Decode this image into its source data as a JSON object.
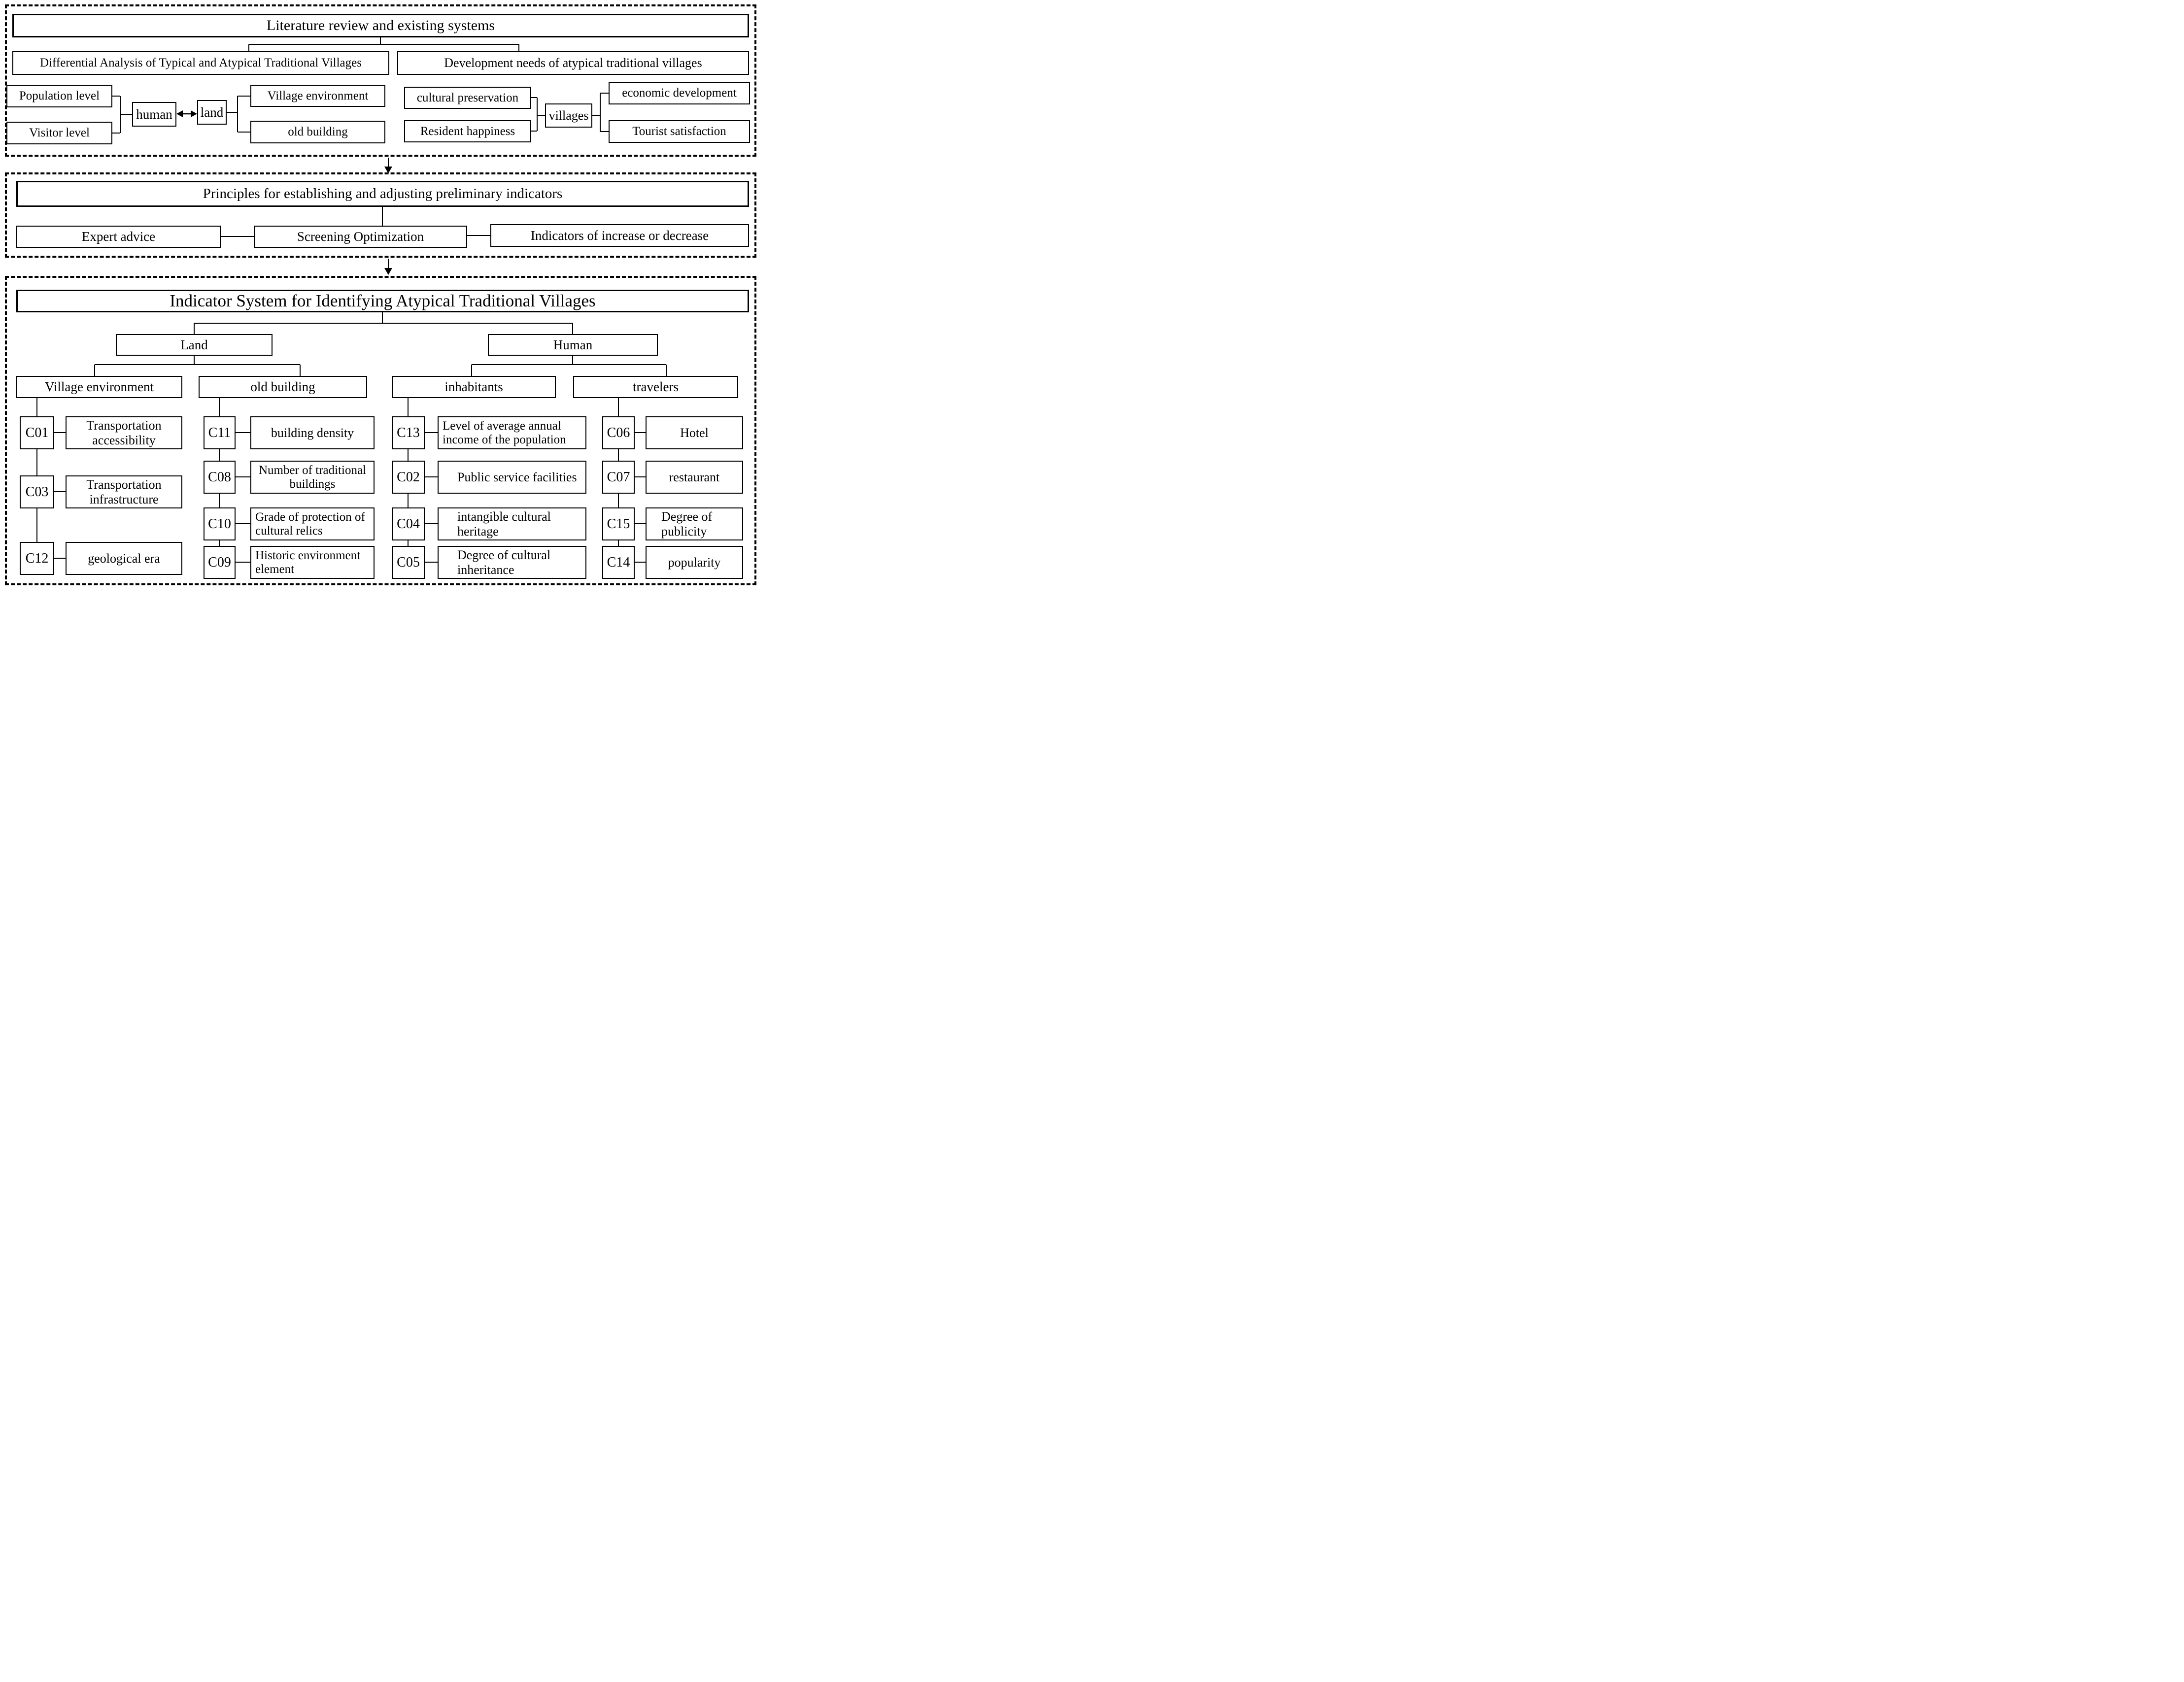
{
  "colors": {
    "line": "#000000",
    "background": "#ffffff"
  },
  "section1": {
    "title": "Literature review and existing systems",
    "left": {
      "title": "Differential Analysis of Typical and Atypical Traditional Villages",
      "population": "Population level",
      "visitor": "Visitor level",
      "human": "human",
      "land": "land",
      "village_environment": "Village environment",
      "old_building": "old building"
    },
    "right": {
      "title": "Development needs of atypical traditional villages",
      "cultural_preservation": "cultural preservation",
      "resident_happiness": "Resident happiness",
      "villages": "villages",
      "economic_development": "economic development",
      "tourist_satisfaction": "Tourist satisfaction"
    }
  },
  "section2": {
    "title": "Principles for establishing and adjusting preliminary indicators",
    "items": [
      "Expert advice",
      "Screening Optimization",
      "Indicators of increase or decrease"
    ]
  },
  "section3": {
    "title": "Indicator System for Identifying Atypical Traditional Villages",
    "branches": [
      {
        "label": "Land"
      },
      {
        "label": "Human"
      }
    ],
    "columns": [
      {
        "header": "Village environment",
        "items": [
          {
            "code": "C01",
            "label": "Transportation accessibility"
          },
          {
            "code": "C03",
            "label": "Transportation infrastructure"
          },
          {
            "code": "C12",
            "label": "geological era"
          }
        ]
      },
      {
        "header": "old building",
        "items": [
          {
            "code": "C11",
            "label": "building density"
          },
          {
            "code": "C08",
            "label": "Number of traditional buildings"
          },
          {
            "code": "C10",
            "label": "Grade of protection of cultural relics"
          },
          {
            "code": "C09",
            "label": "Historic environment element"
          }
        ]
      },
      {
        "header": "inhabitants",
        "items": [
          {
            "code": "C13",
            "label": "Level of average annual income of the population"
          },
          {
            "code": "C02",
            "label": "Public service facilities"
          },
          {
            "code": "C04",
            "label": "intangible cultural heritage"
          },
          {
            "code": "C05",
            "label": "Degree of cultural inheritance"
          }
        ]
      },
      {
        "header": "travelers",
        "items": [
          {
            "code": "C06",
            "label": "Hotel"
          },
          {
            "code": "C07",
            "label": "restaurant"
          },
          {
            "code": "C15",
            "label": "Degree of publicity"
          },
          {
            "code": "C14",
            "label": "popularity"
          }
        ]
      }
    ]
  }
}
